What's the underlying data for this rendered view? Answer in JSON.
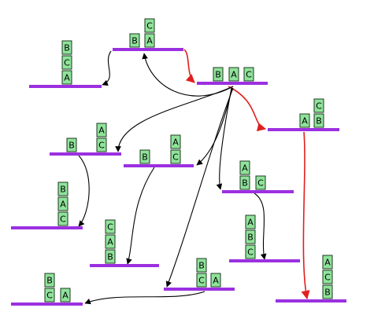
{
  "colors": {
    "block_fill": "#8fe39a",
    "block_border": "#1d3a22",
    "shelf": "#9b30e0",
    "edge": "#000000",
    "highlight_edge": "#e11f1f"
  },
  "states": [
    {
      "id": "s1",
      "columns": [
        [
          "A",
          "C",
          "B"
        ]
      ]
    },
    {
      "id": "s2",
      "columns": [
        [
          "B"
        ],
        [
          "A",
          "C"
        ]
      ]
    },
    {
      "id": "s3",
      "columns": [
        [
          "B"
        ],
        [
          "A"
        ],
        [
          "C"
        ]
      ]
    },
    {
      "id": "s4",
      "columns": [
        [
          "C",
          "A"
        ],
        [
          "B"
        ]
      ]
    },
    {
      "id": "s5",
      "columns": [
        [
          "B"
        ],
        [
          "C",
          "A"
        ]
      ]
    },
    {
      "id": "s6",
      "columns": [
        [
          "B",
          "A"
        ],
        [
          "C"
        ]
      ]
    },
    {
      "id": "s7",
      "columns": [
        [
          "B",
          "C"
        ],
        [
          "A"
        ]
      ]
    },
    {
      "id": "s8",
      "columns": [
        [
          "C",
          "A",
          "B"
        ]
      ]
    },
    {
      "id": "s9",
      "columns": [
        [
          "B",
          "A",
          "C"
        ]
      ]
    },
    {
      "id": "s10",
      "columns": [
        [
          "C",
          "B",
          "A"
        ]
      ]
    },
    {
      "id": "s11",
      "columns": [
        [
          "A"
        ],
        [
          "C",
          "B"
        ]
      ]
    },
    {
      "id": "s12",
      "columns": [
        [
          "B",
          "C",
          "A"
        ]
      ]
    },
    {
      "id": "s13",
      "columns": [
        [
          "C",
          "B"
        ],
        [
          "A"
        ]
      ]
    },
    {
      "id": "s14",
      "columns": [
        [
          "C",
          "B",
          "A"
        ]
      ]
    }
  ]
}
